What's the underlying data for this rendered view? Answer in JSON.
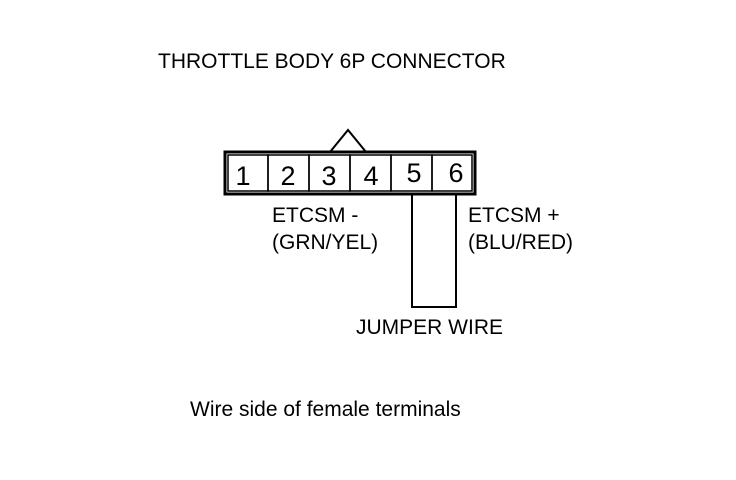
{
  "title": "THROTTLE BODY 6P CONNECTOR",
  "connector": {
    "pins": [
      "1",
      "2",
      "3",
      "4",
      "5",
      "6"
    ]
  },
  "labels": {
    "etcsm_neg_line1": "ETCSM -",
    "etcsm_neg_line2": "(GRN/YEL)",
    "etcsm_pos_line1": "ETCSM +",
    "etcsm_pos_line2": "(BLU/RED)",
    "jumper_wire": "JUMPER WIRE"
  },
  "footer": "Wire side of female terminals"
}
